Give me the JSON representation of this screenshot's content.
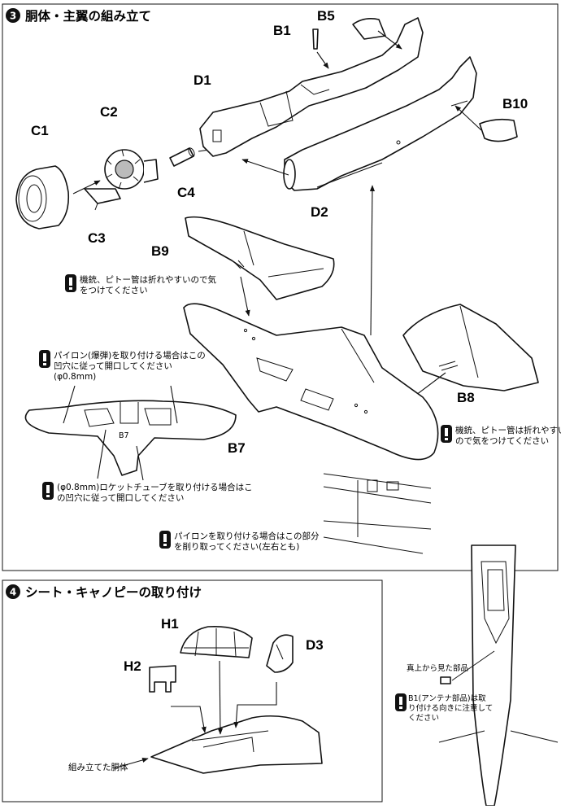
{
  "section3": {
    "number": "3",
    "title": "胴体・主翼の組み立て",
    "parts": {
      "c1": "C1",
      "c2": "C2",
      "c3": "C3",
      "c4": "C4",
      "d1": "D1",
      "d2": "D2",
      "b1": "B1",
      "b5": "B5",
      "b10": "B10",
      "b9": "B9",
      "b8": "B8",
      "b7": "B7",
      "b7_inset": "B7"
    },
    "notes": {
      "gun_left_1": "機銃、ピトー管は折れやすいので気",
      "gun_left_2": "をつけてください",
      "pylon_holes_1": "パイロン(爆弾)を取り付ける場合はこの",
      "pylon_holes_2": "凹穴に従って開口してください",
      "pylon_holes_3": "(φ0.8mm)",
      "tube_1": "(φ0.8mm)ロケットチューブを取り付ける場合はこ",
      "tube_2": "の凹穴に従って開口してください",
      "pylon_cut_1": "パイロンを取り付ける場合はこの部分",
      "pylon_cut_2": "を削り取ってください(左右とも)",
      "gun_right_1": "機銃、ピトー管は折れやすい",
      "gun_right_2": "ので気をつけてください"
    }
  },
  "section4": {
    "number": "4",
    "title": "シート・キャノピーの取り付け",
    "parts": {
      "h1": "H1",
      "h2": "H2",
      "d3": "D3"
    },
    "fuselage_label": "組み立てた胴体"
  },
  "topview": {
    "top_label": "真上から見た部品",
    "antenna_1": "B1(アンテナ部品)は取",
    "antenna_2": "り付ける向きに注意して",
    "antenna_3": "ください"
  }
}
